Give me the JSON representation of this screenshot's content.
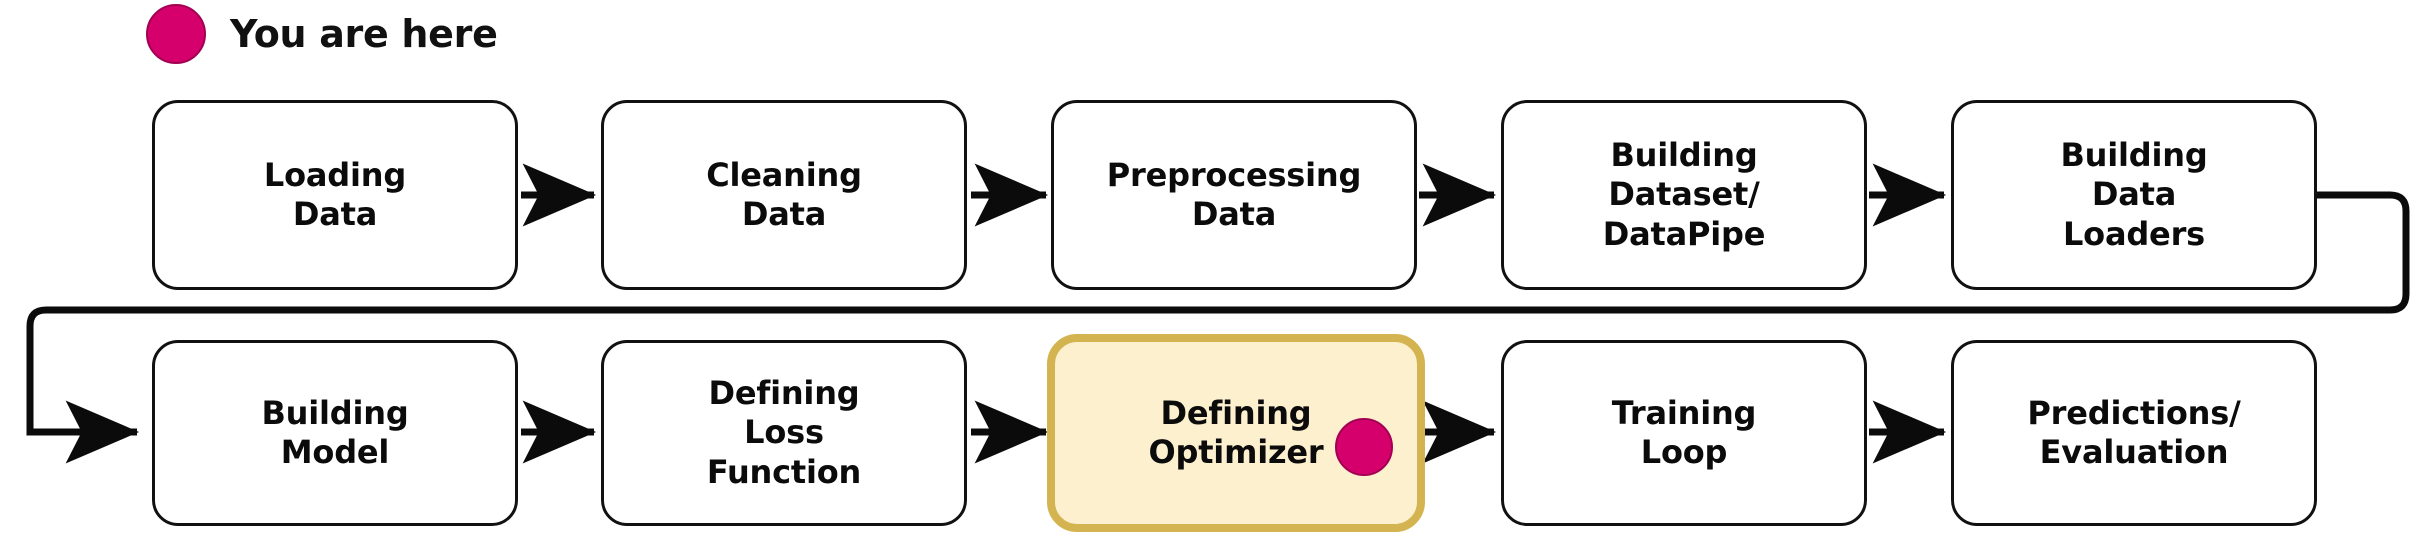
{
  "legend": {
    "marker_icon": "you-are-here-dot",
    "label": "You are here",
    "marker_color": "#D5006C"
  },
  "diagram": {
    "type": "flowchart",
    "orientation": "horizontal-wrapped",
    "box_fill": "#FFFFFF",
    "box_stroke": "#111111",
    "highlight_fill": "#FDF0CE",
    "highlight_stroke": "#D4B450",
    "rows": [
      {
        "row_index": 0,
        "nodes": [
          {
            "id": "loading-data",
            "label": "Loading\nData"
          },
          {
            "id": "cleaning-data",
            "label": "Cleaning\nData"
          },
          {
            "id": "preprocessing-data",
            "label": "Preprocessing\nData"
          },
          {
            "id": "building-dataset",
            "label": "Building\nDataset/\nDataPipe"
          },
          {
            "id": "building-dataloaders",
            "label": "Building\nData\nLoaders"
          }
        ]
      },
      {
        "row_index": 1,
        "nodes": [
          {
            "id": "building-model",
            "label": "Building\nModel"
          },
          {
            "id": "defining-loss",
            "label": "Defining\nLoss\nFunction"
          },
          {
            "id": "defining-optimizer",
            "label": "Defining\nOptimizer",
            "highlighted": true,
            "marker": "you-are-here-dot"
          },
          {
            "id": "training-loop",
            "label": "Training\nLoop"
          },
          {
            "id": "predictions-evaluation",
            "label": "Predictions/\nEvaluation"
          }
        ]
      }
    ],
    "edges": [
      {
        "from": "loading-data",
        "to": "cleaning-data",
        "style": "arrow"
      },
      {
        "from": "cleaning-data",
        "to": "preprocessing-data",
        "style": "arrow"
      },
      {
        "from": "preprocessing-data",
        "to": "building-dataset",
        "style": "arrow"
      },
      {
        "from": "building-dataset",
        "to": "building-dataloaders",
        "style": "arrow"
      },
      {
        "from": "building-dataloaders",
        "to": "building-model",
        "style": "wrap-around"
      },
      {
        "from": "building-model",
        "to": "defining-loss",
        "style": "arrow"
      },
      {
        "from": "defining-loss",
        "to": "defining-optimizer",
        "style": "arrow"
      },
      {
        "from": "defining-optimizer",
        "to": "training-loop",
        "style": "arrow"
      },
      {
        "from": "training-loop",
        "to": "predictions-evaluation",
        "style": "arrow"
      }
    ]
  }
}
